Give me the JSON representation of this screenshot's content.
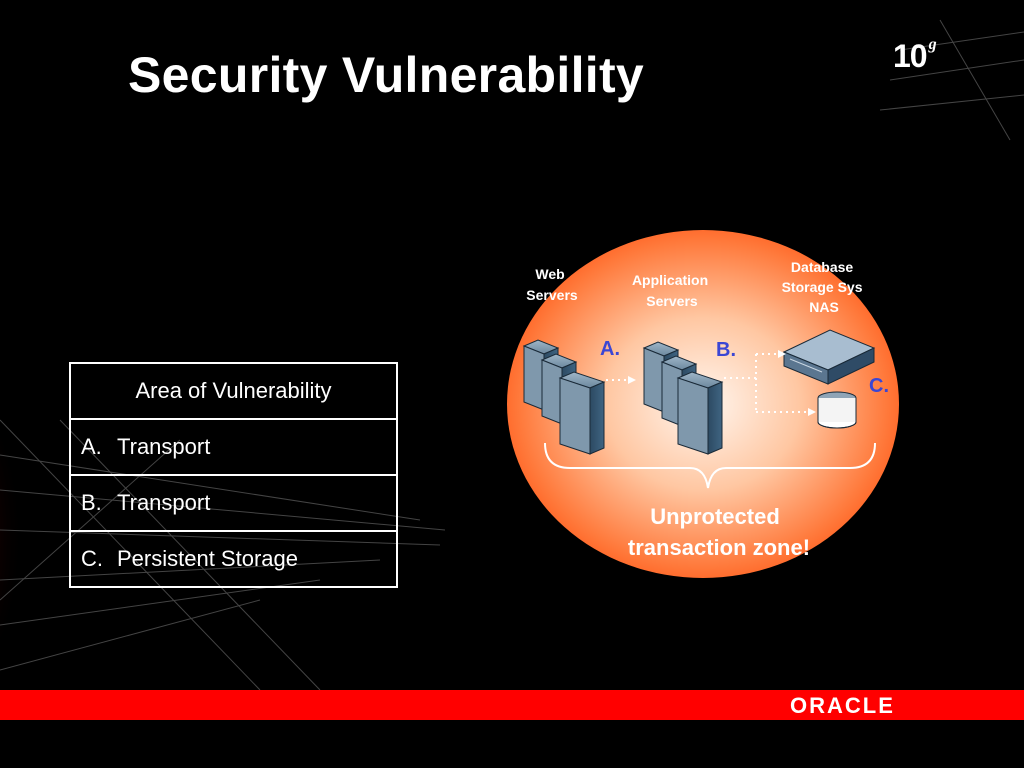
{
  "slide": {
    "title": "Security Vulnerability",
    "version_number": "10",
    "version_suffix": "g",
    "logo_text": "ORACLE"
  },
  "table": {
    "header": "Area of Vulnerability",
    "rows": [
      {
        "letter": "A.",
        "label": "Transport"
      },
      {
        "letter": "B.",
        "label": "Transport"
      },
      {
        "letter": "C.",
        "label": "Persistent Storage"
      }
    ]
  },
  "diagram": {
    "web_servers": [
      "Web",
      "Servers"
    ],
    "app_servers": [
      "Application",
      "Servers"
    ],
    "database": [
      "Database",
      "Storage Sys",
      "NAS"
    ],
    "label_a": "A.",
    "label_b": "B.",
    "label_c": "C.",
    "zone_line1": "Unprotected",
    "zone_line2": "transaction zone!"
  },
  "colors": {
    "accent_red": "#ff0000",
    "zone_orange": "#ff6a2a",
    "label_blue": "#3b46d4"
  }
}
